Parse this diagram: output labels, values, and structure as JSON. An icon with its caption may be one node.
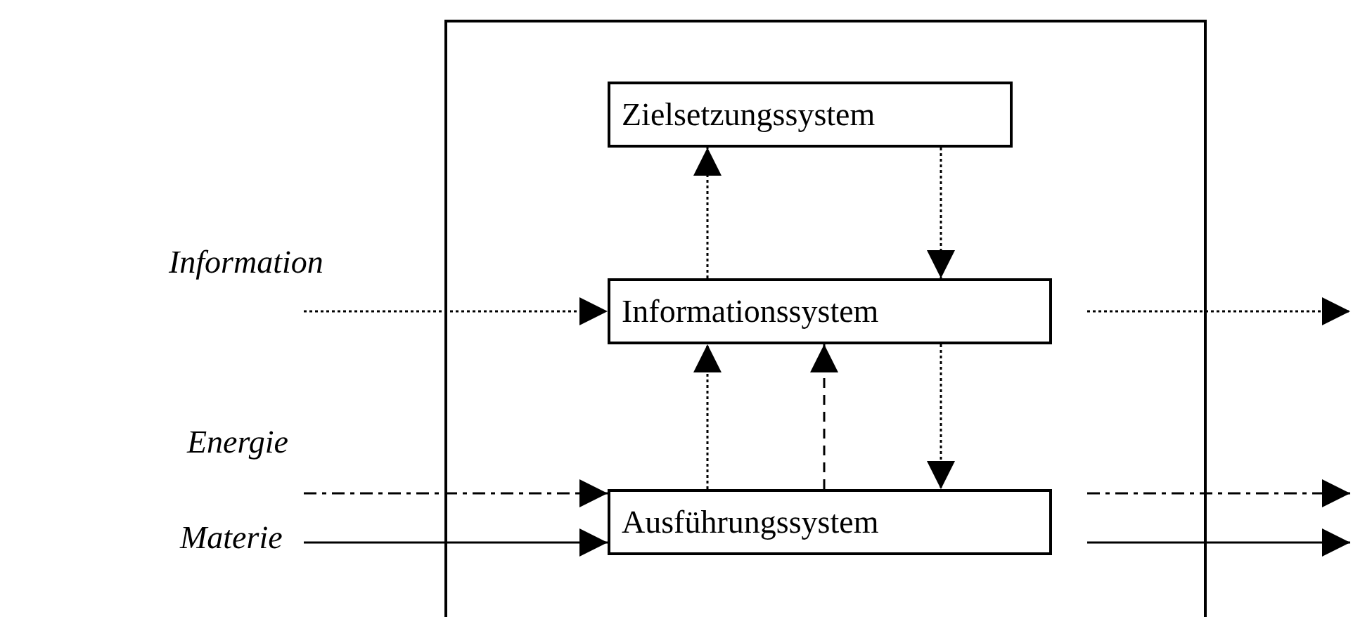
{
  "diagram": {
    "nodes": [
      {
        "text": [],
        "shape": "box"
      },
      {
        "text": [
          "Zielsetzungssystem"
        ],
        "in": 0
      },
      {
        "text": [
          "Informationssystem"
        ],
        "in": 0
      },
      {
        "text": [
          "Ausführungssystem"
        ],
        "in": 0
      }
    ],
    "edges": [
      {
        "from": null,
        "to": 2,
        "arrow": "to",
        "style": "dashed"
      },
      {
        "from": null,
        "to": 3,
        "arrow": "to",
        "style": "dashed"
      },
      {
        "from": null,
        "to": 3,
        "arrow": "to"
      },
      {
        "from": 2,
        "to": null,
        "arrow": "to",
        "style": "dashed"
      },
      {
        "from": 3,
        "to": null,
        "arrow": "to",
        "style": "dashed"
      },
      {
        "from": 3,
        "to": null,
        "arrow": "to"
      },
      {
        "from": 2,
        "to": 1,
        "arrow": "to",
        "style": "dashed"
      },
      {
        "from": 1,
        "to": 2,
        "arrow": "to",
        "style": "dashed"
      },
      {
        "from": 3,
        "to": 2,
        "arrow": "to",
        "style": "dashed"
      },
      {
        "from": 3,
        "to": 2,
        "arrow": "to",
        "style": "dashed"
      },
      {
        "from": 2,
        "to": 3,
        "arrow": "to",
        "style": "dashed"
      }
    ],
    "labels": [
      "Information",
      "Energie",
      "Materie"
    ]
  }
}
